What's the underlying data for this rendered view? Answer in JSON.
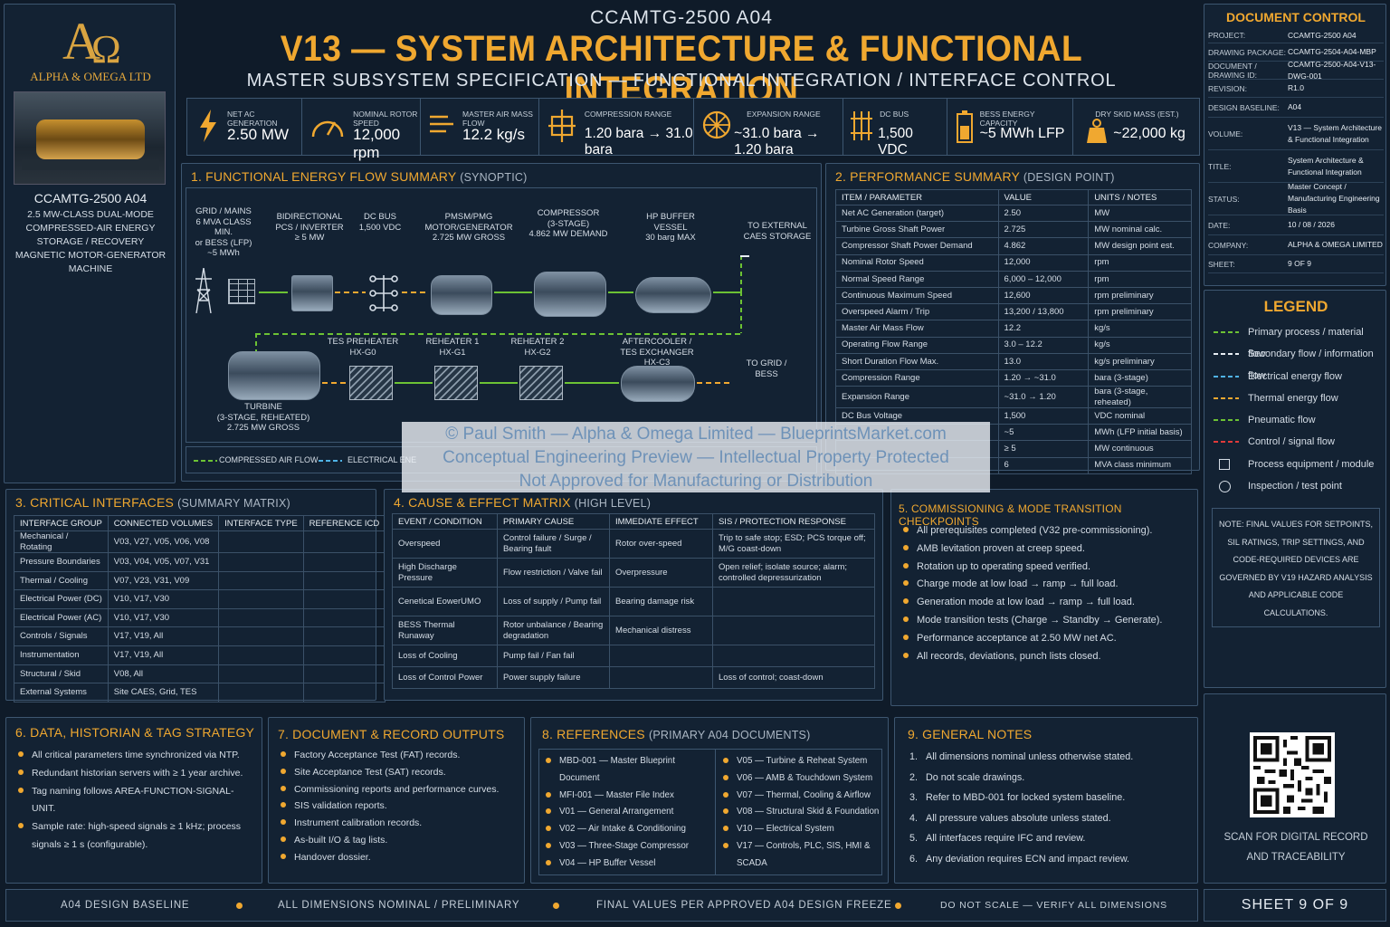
{
  "header": {
    "code": "CCAMTG-2500  A04",
    "title": "V13 — SYSTEM ARCHITECTURE & FUNCTIONAL INTEGRATION",
    "subtitle": "MASTER SUBSYSTEM SPECIFICATION — FUNCTIONAL INTEGRATION / INTERFACE CONTROL"
  },
  "logo": {
    "company": "ALPHA & OMEGA LTD"
  },
  "machine": {
    "code": "CCAMTG-2500  A04",
    "desc": "2.5 MW-CLASS DUAL-MODE COMPRESSED-AIR ENERGY STORAGE / RECOVERY MAGNETIC MOTOR-GENERATOR MACHINE"
  },
  "kpis": [
    {
      "label": "NET AC GENERATION",
      "value": "2.50 MW",
      "icon": "lightning-icon"
    },
    {
      "label": "NOMINAL ROTOR SPEED",
      "value": "12,000 rpm",
      "icon": "gauge-icon"
    },
    {
      "label": "MASTER AIR MASS FLOW",
      "value": "12.2 kg/s",
      "icon": "airflow-icon"
    },
    {
      "label": "COMPRESSION RANGE",
      "value": "1.20 bara → 31.0 bara",
      "icon": "compressor-icon"
    },
    {
      "label": "EXPANSION RANGE",
      "value": "~31.0 bara → 1.20 bara",
      "icon": "turbine-wheel-icon"
    },
    {
      "label": "DC BUS",
      "value": "1,500 VDC",
      "icon": "dc-bus-icon"
    },
    {
      "label": "BESS ENERGY CAPACITY",
      "value": "~5 MWh LFP",
      "icon": "battery-icon"
    },
    {
      "label": "DRY SKID MASS (EST.)",
      "value": "~22,000 kg",
      "icon": "weight-icon"
    }
  ],
  "flow": {
    "title": "1.  FUNCTIONAL ENERGY FLOW SUMMARY",
    "subtitle": "(SYNOPTIC)",
    "nodes": [
      {
        "label": "GRID / MAINS\n6 MVA CLASS MIN.\nor BESS (LFP)\n~5 MWh"
      },
      {
        "label": "BIDIRECTIONAL\nPCS / INVERTER\n≥ 5 MW"
      },
      {
        "label": "DC BUS\n1,500 VDC"
      },
      {
        "label": "PMSM/PMG\nMOTOR/GENERATOR\n2.725 MW GROSS"
      },
      {
        "label": "COMPRESSOR\n(3-STAGE)\n4.862 MW DEMAND"
      },
      {
        "label": "HP BUFFER\nVESSEL\n30 barg MAX"
      },
      {
        "label": "TO EXTERNAL\nCAES STORAGE"
      },
      {
        "label": "TES PREHEATER\nHX-G0"
      },
      {
        "label": "REHEATER 1\nHX-G1"
      },
      {
        "label": "REHEATER 2\nHX-G2"
      },
      {
        "label": "AFTERCOOLER /\nTES EXCHANGER\nHX-C3"
      },
      {
        "label": "TO GRID /\nBESS"
      },
      {
        "label": "TURBINE\n(3-STAGE, REHEATED)\n2.725 MW GROSS"
      }
    ],
    "legend": [
      {
        "label": "COMPRESSED AIR FLOW",
        "color": "#6cc234"
      },
      {
        "label": "ELECTRICAL ENE",
        "color": "#4fb3e6"
      }
    ]
  },
  "doc_control": {
    "title": "DOCUMENT CONTROL",
    "rows": [
      {
        "k": "PROJECT:",
        "v": "CCAMTG-2500 A04"
      },
      {
        "k": "DRAWING PACKAGE:",
        "v": "CCAMTG-2504-A04-MBP"
      },
      {
        "k": "DOCUMENT / DRAWING ID:",
        "v": "CCAMTG-2500-A04-V13-DWG-001"
      },
      {
        "k": "REVISION:",
        "v": "R1.0"
      },
      {
        "k": "DESIGN BASELINE:",
        "v": "A04"
      },
      {
        "k": "VOLUME:",
        "v": "V13 — System Architecture & Functional Integration"
      },
      {
        "k": "TITLE:",
        "v": "System Architecture & Functional Integration"
      },
      {
        "k": "STATUS:",
        "v": "Master Concept / Manufacturing Engineering Basis"
      },
      {
        "k": "DATE:",
        "v": "10 / 08 / 2026"
      },
      {
        "k": "COMPANY:",
        "v": "ALPHA & OMEGA LIMITED"
      },
      {
        "k": "SHEET:",
        "v": "9 OF 9"
      }
    ]
  },
  "performance": {
    "title": "2.  PERFORMANCE SUMMARY",
    "subtitle": "(DESIGN POINT)",
    "headers": [
      "ITEM / PARAMETER",
      "VALUE",
      "UNITS / NOTES"
    ],
    "rows": [
      [
        "Net AC Generation (target)",
        "2.50",
        "MW"
      ],
      [
        "Turbine Gross Shaft Power",
        "2.725",
        "MW nominal calc."
      ],
      [
        "Compressor Shaft Power Demand",
        "4.862",
        "MW design point est."
      ],
      [
        "Nominal Rotor Speed",
        "12,000",
        "rpm"
      ],
      [
        "Normal Speed Range",
        "6,000 – 12,000",
        "rpm"
      ],
      [
        "Continuous Maximum Speed",
        "12,600",
        "rpm preliminary"
      ],
      [
        "Overspeed Alarm / Trip",
        "13,200 / 13,800",
        "rpm preliminary"
      ],
      [
        "Master Air Mass Flow",
        "12.2",
        "kg/s"
      ],
      [
        "Operating Flow Range",
        "3.0 – 12.2",
        "kg/s"
      ],
      [
        "Short Duration Flow Max.",
        "13.0",
        "kg/s preliminary"
      ],
      [
        "Compression Range",
        "1.20  → ~31.0",
        "bara (3-stage)"
      ],
      [
        "Expansion Range",
        "~31.0  →  1.20",
        "bara (3-stage, reheated)"
      ],
      [
        "DC Bus Voltage",
        "1,500",
        "VDC nominal"
      ],
      [
        "",
        "~5",
        "MWh (LFP initial basis)"
      ],
      [
        "",
        "≥ 5",
        "MW continuous"
      ],
      [
        "",
        "6",
        "MVA class minimum"
      ]
    ]
  },
  "legend": {
    "title": "LEGEND",
    "items": [
      {
        "label": "Primary process / material flow",
        "color": "#6cc234",
        "kind": "arrow"
      },
      {
        "label": "Secondary flow / information flow",
        "color": "#e8eef4",
        "kind": "arrow"
      },
      {
        "label": "Electrical energy flow",
        "color": "#4fb3e6",
        "kind": "arrow"
      },
      {
        "label": "Thermal energy flow",
        "color": "#f0a830",
        "kind": "arrow"
      },
      {
        "label": "Pneumatic flow",
        "color": "#6cc234",
        "kind": "arrow"
      },
      {
        "label": "Control / signal flow",
        "color": "#e03a3a",
        "kind": "arrow"
      },
      {
        "label": "Process equipment / module",
        "color": "#d5dde6",
        "kind": "square"
      },
      {
        "label": "Inspection / test point",
        "color": "#d5dde6",
        "kind": "circle"
      }
    ],
    "note": "NOTE: FINAL VALUES FOR SETPOINTS, SIL RATINGS, TRIP SETTINGS, AND CODE-REQUIRED DEVICES ARE GOVERNED BY V19 HAZARD ANALYSIS AND APPLICABLE CODE CALCULATIONS."
  },
  "watermark": {
    "line1": "© Paul Smith — Alpha & Omega Limited — BlueprintsMarket.com",
    "line2": "Conceptual Engineering Preview — Intellectual Property Protected",
    "line3": "Not Approved for Manufacturing or Distribution"
  },
  "interfaces": {
    "title": "3.  CRITICAL INTERFACES",
    "subtitle": "(SUMMARY MATRIX)",
    "headers": [
      "INTERFACE GROUP",
      "CONNECTED VOLUMES",
      "INTERFACE TYPE",
      "REFERENCE ICD"
    ],
    "rows": [
      [
        "Mechanical / Rotating",
        "V03, V27, V05, V06, V08",
        "",
        ""
      ],
      [
        "Pressure Boundaries",
        "V03, V04, V05, V07, V31",
        "",
        ""
      ],
      [
        "Thermal / Cooling",
        "V07, V23, V31, V09",
        "",
        ""
      ],
      [
        "Electrical Power (DC)",
        "V10, V17, V30",
        "",
        ""
      ],
      [
        "Electrical Power (AC)",
        "V10, V17, V30",
        "",
        ""
      ],
      [
        "Controls / Signals",
        "V17, V19, All",
        "",
        ""
      ],
      [
        "Instrumentation",
        "V17, V19, All",
        "",
        ""
      ],
      [
        "Structural / Skid",
        "V08, All",
        "",
        ""
      ],
      [
        "External Systems",
        "Site CAES, Grid, TES",
        "",
        ""
      ]
    ]
  },
  "cause_effect": {
    "title": "4.  CAUSE & EFFECT MATRIX",
    "subtitle": "(HIGH LEVEL)",
    "headers": [
      "EVENT / CONDITION",
      "PRIMARY CAUSE",
      "IMMEDIATE EFFECT",
      "SIS / PROTECTION RESPONSE"
    ],
    "rows": [
      [
        "Overspeed",
        "Control failure / Surge / Bearing fault",
        "Rotor over-speed",
        "Trip to safe stop; ESD; PCS torque off; M/G coast-down"
      ],
      [
        "High Discharge Pressure",
        "Flow restriction / Valve fail",
        "Overpressure",
        "Open relief; isolate source; alarm; controlled depressurization"
      ],
      [
        "Cenetical EowerUMO",
        "Loss of supply / Pump fail",
        "Bearing damage risk",
        ""
      ],
      [
        "BESS Thermal Runaway",
        "Rotor unbalance / Bearing degradation",
        "Mechanical distress",
        ""
      ],
      [
        "Loss of Cooling",
        "Pump fail / Fan fail",
        "",
        ""
      ],
      [
        "Loss of Control Power",
        "Power supply failure",
        "",
        "Loss of control; coast-down"
      ]
    ]
  },
  "commissioning": {
    "title": "5.  COMMISSIONING & MODE TRANSITION CHECKPOINTS",
    "items": [
      "All prerequisites completed (V32 pre-commissioning).",
      "AMB levitation proven at creep speed.",
      "Rotation up to operating speed verified.",
      "Charge mode at low load → ramp → full load.",
      "Generation mode at low load → ramp → full load.",
      "Mode transition tests (Charge → Standby → Generate).",
      "Performance acceptance at 2.50 MW net AC.",
      "All records, deviations, punch lists  closed."
    ]
  },
  "data_strategy": {
    "title": "6.  DATA, HISTORIAN & TAG STRATEGY",
    "items": [
      "All critical parameters time synchronized via NTP.",
      "Redundant historian servers with  ≥  1 year archive.",
      "Tag naming follows AREA-FUNCTION-SIGNAL-UNIT.",
      "Sample rate: high-speed signals  ≥  1 kHz; process signals  ≥  1 s (configurable)."
    ]
  },
  "records": {
    "title": "7.  DOCUMENT  &  RECORD OUTPUTS",
    "items": [
      "Factory Acceptance Test (FAT) records.",
      "Site Acceptance Test (SAT) records.",
      "Commissioning reports and performance curves.",
      "SIS validation reports.",
      "Instrument calibration records.",
      "As-built I/O & tag lists.",
      "Handover dossier."
    ]
  },
  "references": {
    "title": "8.  REFERENCES",
    "subtitle": "(PRIMARY A04 DOCUMENTS)",
    "left": [
      "MBD-001 — Master Blueprint Document",
      "MFI-001 — Master File Index",
      "V01  —  General Arrangement",
      "V02  —  Air Intake & Conditioning",
      "V03  —  Three-Stage Compressor",
      "V04  —  HP Buffer Vessel"
    ],
    "right": [
      "V05  —  Turbine & Reheat System",
      "V06  —  AMB & Touchdown System",
      "V07  —  Thermal, Cooling & Airflow",
      "V08  —  Structural Skid & Foundation",
      "V10  —  Electrical System",
      "V17  —  Controls, PLC, SIS, HMI & SCADA"
    ]
  },
  "general_notes": {
    "title": "9.  GENERAL  NOTES",
    "items": [
      "All dimensions nominal unless otherwise stated.",
      "Do not scale drawings.",
      "Refer to MBD-001 for locked system baseline.",
      "All pressure values absolute unless stated.",
      "All interfaces require IFC and review.",
      "Any deviation requires ECN and impact review."
    ]
  },
  "qr": {
    "caption": "SCAN FOR DIGITAL RECORD AND TRACEABILITY"
  },
  "footer": {
    "items": [
      "A04  DESIGN  BASELINE",
      "ALL  DIMENSIONS  NOMINAL  /  PRELIMINARY",
      "FINAL   VALUES PER APPROVED A04 DESIGN FREEZE",
      "DO NOT SCALE — VERIFY ALL DIMENSIONS"
    ],
    "sheet": "SHEET  9  OF  9"
  }
}
